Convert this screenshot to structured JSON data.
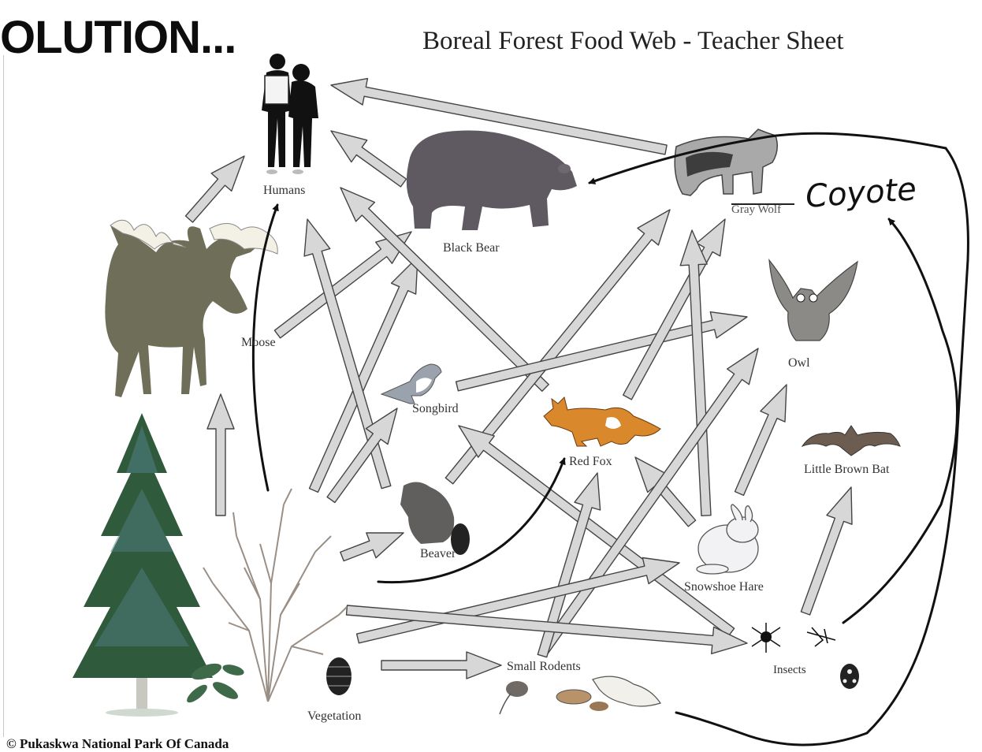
{
  "banner": "OLUTION...",
  "title": "Boreal Forest Food Web - Teacher Sheet",
  "organisms": {
    "humans": "Humans",
    "black_bear": "Black Bear",
    "gray_wolf": "Gray Wolf",
    "moose": "Moose",
    "owl": "Owl",
    "songbird": "Songbird",
    "red_fox": "Red Fox",
    "little_brown_bat": "Little Brown Bat",
    "beaver": "Beaver",
    "snowshoe_hare": "Snowshoe Hare",
    "small_rodents": "Small Rodents",
    "insects": "Insects",
    "vegetation": "Vegetation"
  },
  "annotation": "Coyote",
  "copyright": "© Pukaskwa National Park Of Canada"
}
